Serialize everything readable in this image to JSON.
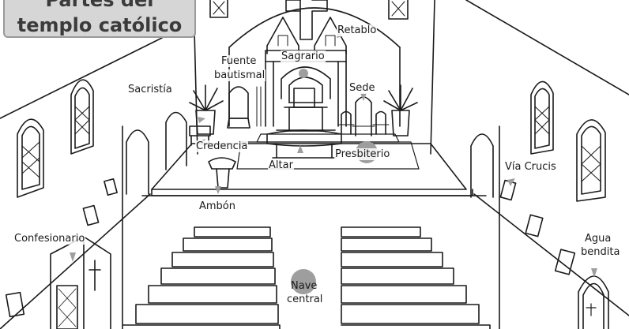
{
  "title": {
    "line1": "Partes del",
    "line2": "templo católico"
  },
  "labels": {
    "retablo": "Retablo",
    "fuente_bautismal": [
      "Fuente",
      "bautismal"
    ],
    "sagrario": "Sagrario",
    "sacristia": "Sacristía",
    "sede": "Sede",
    "credencia": "Credencia",
    "presbiterio": "Presbiterio",
    "altar": "Altar",
    "ambon": "Ambón",
    "via_crucis": "Vía Crucis",
    "confesionario": "Confesionario",
    "agua_bendita": [
      "Agua",
      "bendita"
    ],
    "nave_central": [
      "Nave",
      "central"
    ]
  },
  "colors": {
    "ink": "#1a1a1a",
    "marker": "#9e9e9e",
    "title_bg": "#d6d6d6",
    "title_text": "#3b3b3b"
  }
}
